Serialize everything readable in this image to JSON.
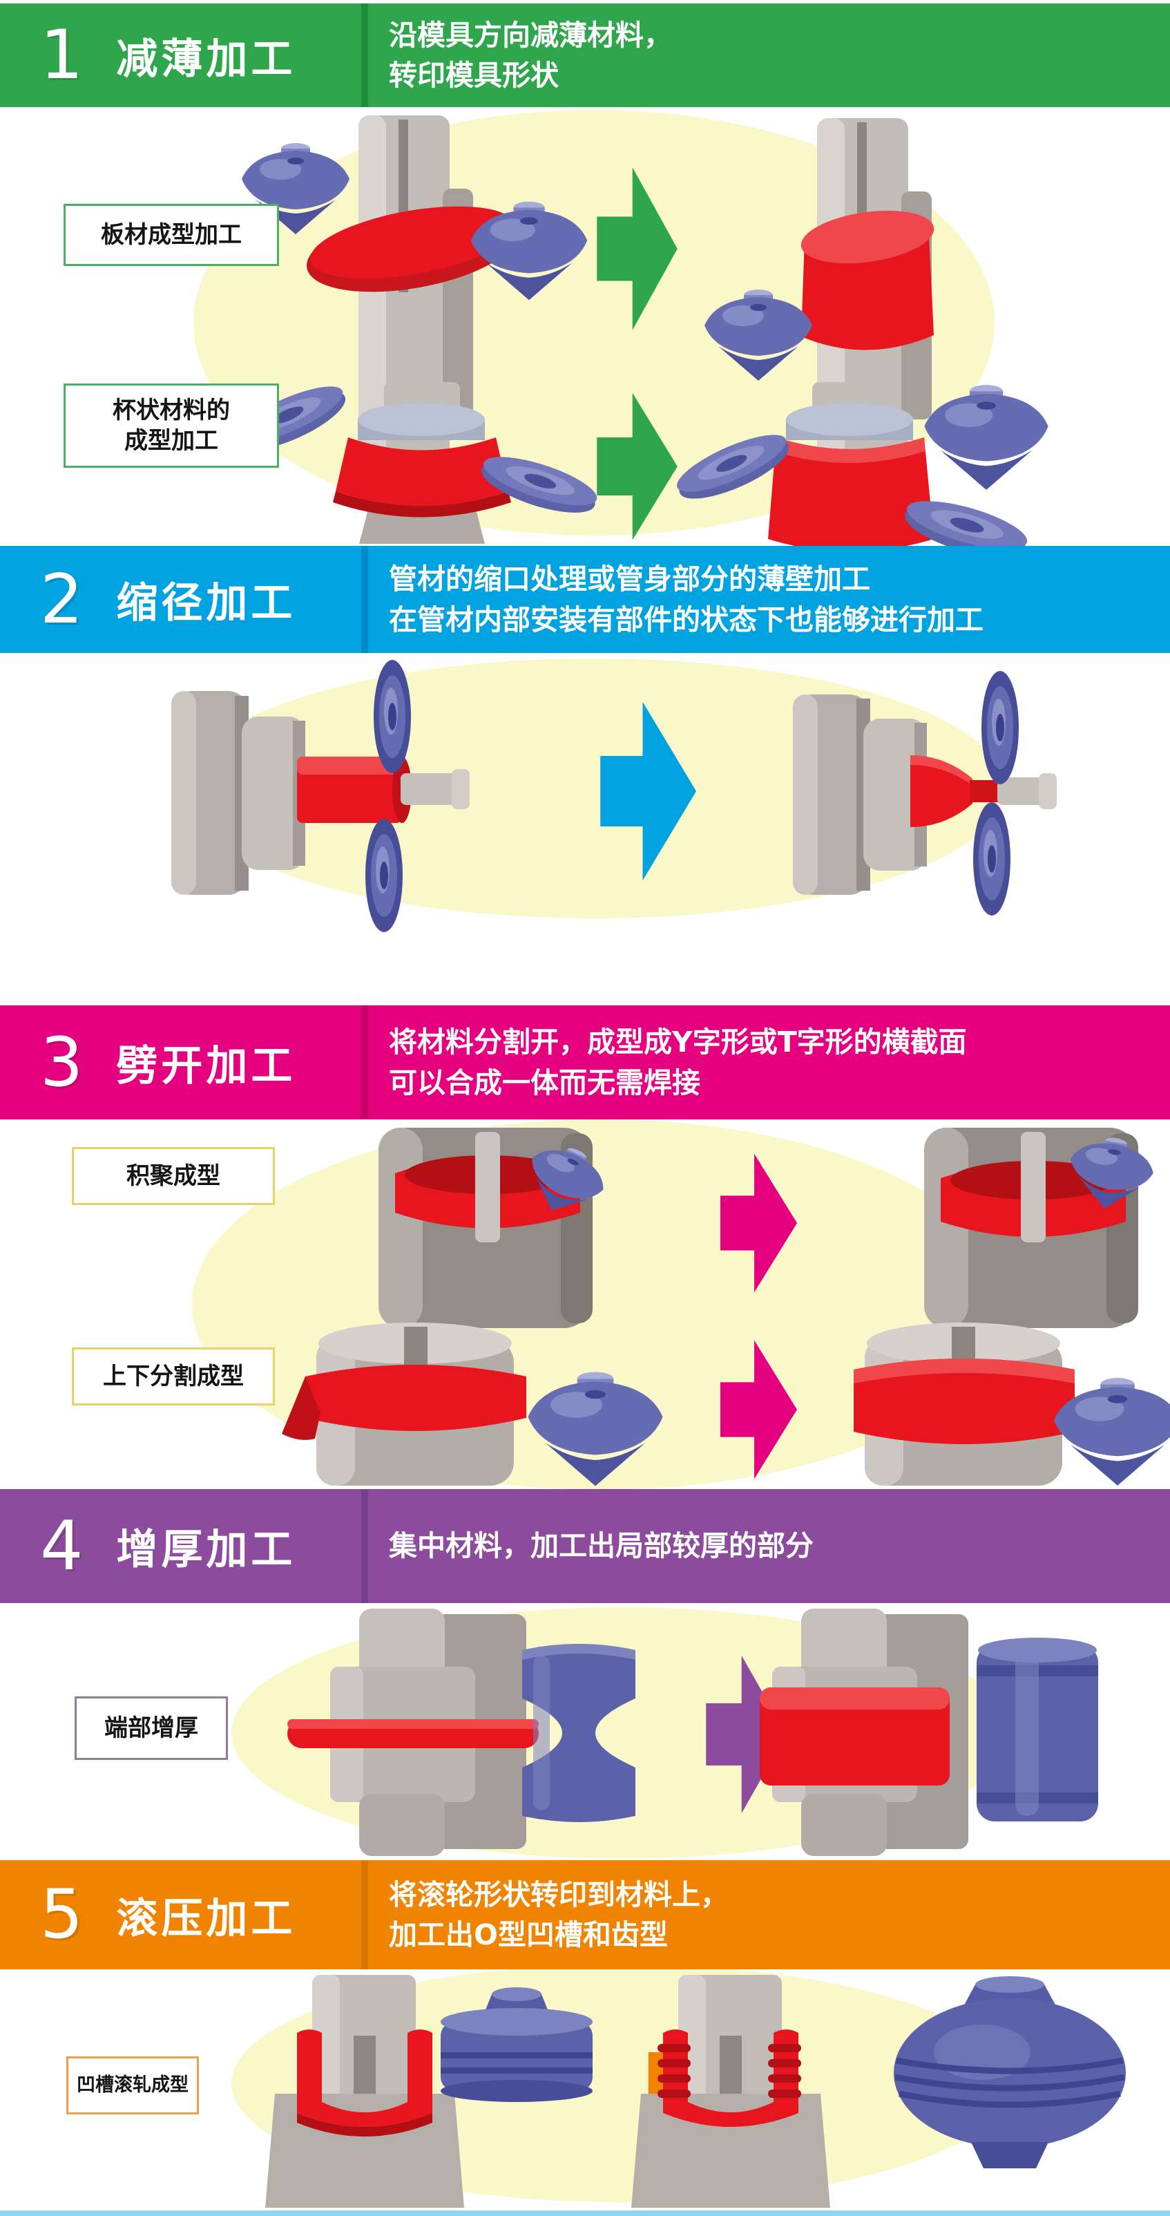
{
  "page": {
    "background": "#ffffff"
  },
  "artwork": {
    "highlight_ellipse": "#FAF7C9",
    "die_gray": "#BDB6B1",
    "material_red": "#E7161E",
    "tool_blue": "#666CB2"
  },
  "footer": {
    "strip_color": "#8FD8F2"
  },
  "sections": [
    {
      "number": "1",
      "title": "减薄加工",
      "description_lines": [
        "沿模具方向减薄材料，",
        "转印模具形状"
      ],
      "accent": "#2FA54C",
      "accent_dark": "#1F8E3C",
      "label_border": "#4CAE62",
      "labels": [
        {
          "lines": [
            "板材成型加工"
          ]
        },
        {
          "lines": [
            "杯状材料的",
            "成型加工"
          ]
        }
      ]
    },
    {
      "number": "2",
      "title": "缩径加工",
      "description_lines": [
        "管材的缩口处理或管身部分的薄壁加工",
        "在管材内部安装有部件的状态下也能够进行加工"
      ],
      "accent": "#00A2DF",
      "accent_dark": "#0089C8",
      "label_border": "#00A2DF",
      "labels": []
    },
    {
      "number": "3",
      "title": "劈开加工",
      "description_lines": [
        "将材料分割开，成型成Y字形或T字形的横截面",
        "可以合成一体而无需焊接"
      ],
      "accent": "#E4007F",
      "accent_dark": "#C4006B",
      "label_border": "#E6D26A",
      "labels": [
        {
          "lines": [
            "积聚成型"
          ]
        },
        {
          "lines": [
            "上下分割成型"
          ]
        }
      ]
    },
    {
      "number": "4",
      "title": "增厚加工",
      "description_lines": [
        "集中材料，加工出局部较厚的部分"
      ],
      "accent": "#8C4B9D",
      "accent_dark": "#7A3F8A",
      "label_border": "#8F7C99",
      "labels": [
        {
          "lines": [
            "端部增厚"
          ]
        }
      ]
    },
    {
      "number": "5",
      "title": "滚压加工",
      "description_lines": [
        "将滚轮形状转印到材料上，",
        "加工出O型凹槽和齿型"
      ],
      "accent": "#F08300",
      "accent_dark": "#D97500",
      "label_border": "#E8A34A",
      "labels": [
        {
          "lines": [
            "凹槽滚轧成型"
          ]
        }
      ]
    }
  ]
}
